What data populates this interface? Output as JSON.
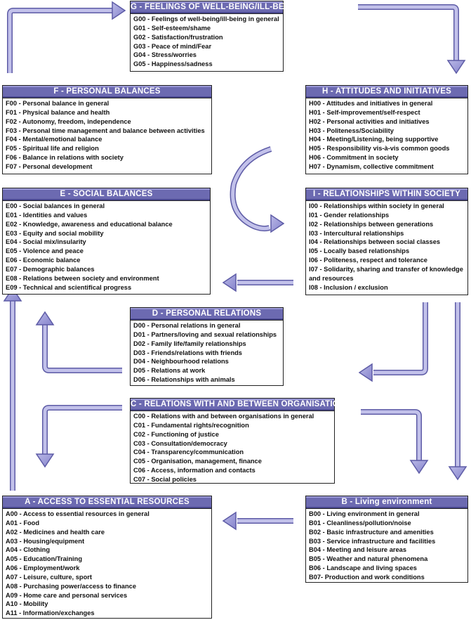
{
  "colors": {
    "header": "#6c6ab1",
    "arrow": "#8a88cf",
    "arrow_edge": "#5d5ba6"
  },
  "boxes": {
    "G": {
      "title": "G - FEELINGS OF WELL-BEING/ILL-BEING",
      "items": [
        "G00 - Feelings of well-being/ill-being in general",
        "G01 - Self-esteem/shame",
        "G02 - Satisfaction/frustration",
        "G03 - Peace of mind/Fear",
        "G04 - Stress/worries",
        "G05 - Happiness/sadness"
      ]
    },
    "F": {
      "title": "F - PERSONAL BALANCES",
      "items": [
        "F00 - Personal balance in general",
        "F01 - Physical balance and health",
        "F02 - Autonomy, freedom, independence",
        "F03 - Personal time management and balance between activities",
        "F04 - Mental/emotional balance",
        "F05 - Spiritual life and religion",
        "F06 - Balance in relations with society",
        "F07 - Personal development"
      ]
    },
    "H": {
      "title": "H - ATTITUDES AND INITIATIVES",
      "items": [
        "H00 - Attitudes and initiatives in general",
        "H01 - Self-improvement/self-respect",
        "H02 - Personal activities and initiatives",
        "H03 - Politeness/Sociability",
        "H04 - Meeting/Listening, being supportive",
        "H05 - Responsibility vis-à-vis common goods",
        "H06 - Commitment in society",
        "H07 - Dynamism, collective commitment"
      ]
    },
    "E": {
      "title": "E - SOCIAL BALANCES",
      "items": [
        "E00 - Social balances in general",
        "E01 - Identities and values",
        "E02 - Knowledge, awareness and educational balance",
        "E03 - Equity and social mobility",
        "E04 - Social mix/insularity",
        "E05 - Violence and peace",
        "E06 - Economic balance",
        "E07 - Demographic balances",
        "E08 - Relations between society and environment",
        "E09 - Technical and scientifical progress"
      ]
    },
    "I": {
      "title": "I - RELATIONSHIPS WITHIN SOCIETY",
      "items": [
        "I00 - Relationships within society in general",
        "I01 - Gender relationships",
        "I02 - Relationships between generations",
        "I03 - Intercultural relationships",
        "I04 - Relationships between social classes",
        "I05 - Locally based relationships",
        "I06 - Politeness, respect and tolerance",
        "I07 - Solidarity, sharing and transfer of knowledge and resources",
        "I08 - Inclusion / exclusion"
      ]
    },
    "D": {
      "title": "D - PERSONAL RELATIONS",
      "items": [
        "D00 - Personal relations in general",
        "D01 - Partners/loving and sexual relationships",
        "D02 - Family life/family relationships",
        "D03 - Friends/relations with friends",
        "D04 - Neighbourhood relations",
        "D05 - Relations at work",
        "D06 - Relationships with animals"
      ]
    },
    "C": {
      "title": "C - RELATIONS WITH AND BETWEEN ORGANISATIONS",
      "items": [
        "C00 - Relations with and between organisations in general",
        "C01 - Fundamental rights/recognition",
        "C02 - Functioning of justice",
        "C03 - Consultation/democracy",
        "C04 - Transparency/communication",
        "C05 - Organisation, management, finance",
        "C06 - Access, information and contacts",
        "C07 - Social policies"
      ]
    },
    "A": {
      "title": "A - ACCESS TO ESSENTIAL RESOURCES",
      "items": [
        "A00 - Access to essential resources in general",
        "A01 - Food",
        "A02 - Medicines and health care",
        "A03 - Housing/equipment",
        "A04 - Clothing",
        "A05 - Education/Training",
        "A06 - Employment/work",
        "A07 - Leisure, culture, sport",
        "A08 - Purchasing power/access to finance",
        "A09 - Home care and personal services",
        "A10 - Mobility",
        "A11 - Information/exchanges"
      ]
    },
    "B": {
      "title": "B - Living environment",
      "items": [
        "B00 - Living environment in general",
        "B01 - Cleanliness/pollution/noise",
        "B02 - Basic infrastructure and amenities",
        "B03 - Service infrastructure and facilities",
        "B04 - Meeting and leisure areas",
        "B05 - Weather and natural phenomena",
        "B06 - Landscape and living spaces",
        "B07- Production and work conditions"
      ]
    }
  }
}
